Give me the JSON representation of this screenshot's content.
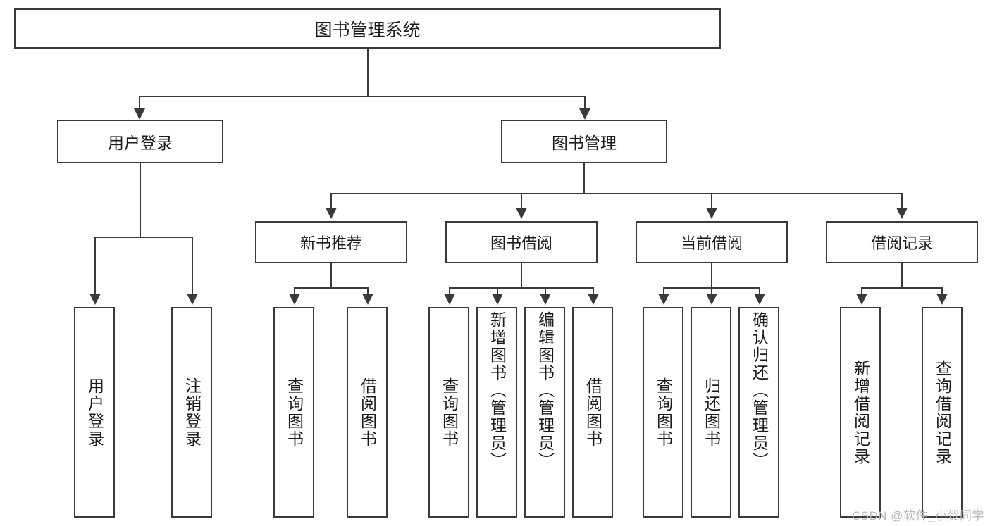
{
  "diagram": {
    "type": "tree-hierarchy",
    "title": "图书管理系统",
    "watermark": "CSDN @软件_小贺同学",
    "colors": {
      "stroke": "#3a3a3a",
      "fill": "#ffffff",
      "text": "#1b1b1b",
      "watermark": "#b8b8b8"
    },
    "root": {
      "label": "图书管理系统"
    },
    "level1": [
      {
        "label": "用户登录"
      },
      {
        "label": "图书管理"
      }
    ],
    "level2": [
      {
        "label": "新书推荐"
      },
      {
        "label": "图书借阅"
      },
      {
        "label": "当前借阅"
      },
      {
        "label": "借阅记录"
      }
    ],
    "leaves": {
      "user_login": [
        {
          "label": "用户登录"
        },
        {
          "label": "注销登录"
        }
      ],
      "new_book": [
        {
          "label": "查询图书"
        },
        {
          "label": "借阅图书"
        }
      ],
      "borrow_book": [
        {
          "label": "查询图书"
        },
        {
          "label": "新增图书（管理员）"
        },
        {
          "label": "编辑图书（管理员）"
        },
        {
          "label": "借阅图书"
        }
      ],
      "current_borrow": [
        {
          "label": "查询图书"
        },
        {
          "label": "归还图书"
        },
        {
          "label": "确认归还（管理员）"
        }
      ],
      "borrow_record": [
        {
          "label": "新增借阅记录"
        },
        {
          "label": "查询借阅记录"
        }
      ]
    }
  }
}
